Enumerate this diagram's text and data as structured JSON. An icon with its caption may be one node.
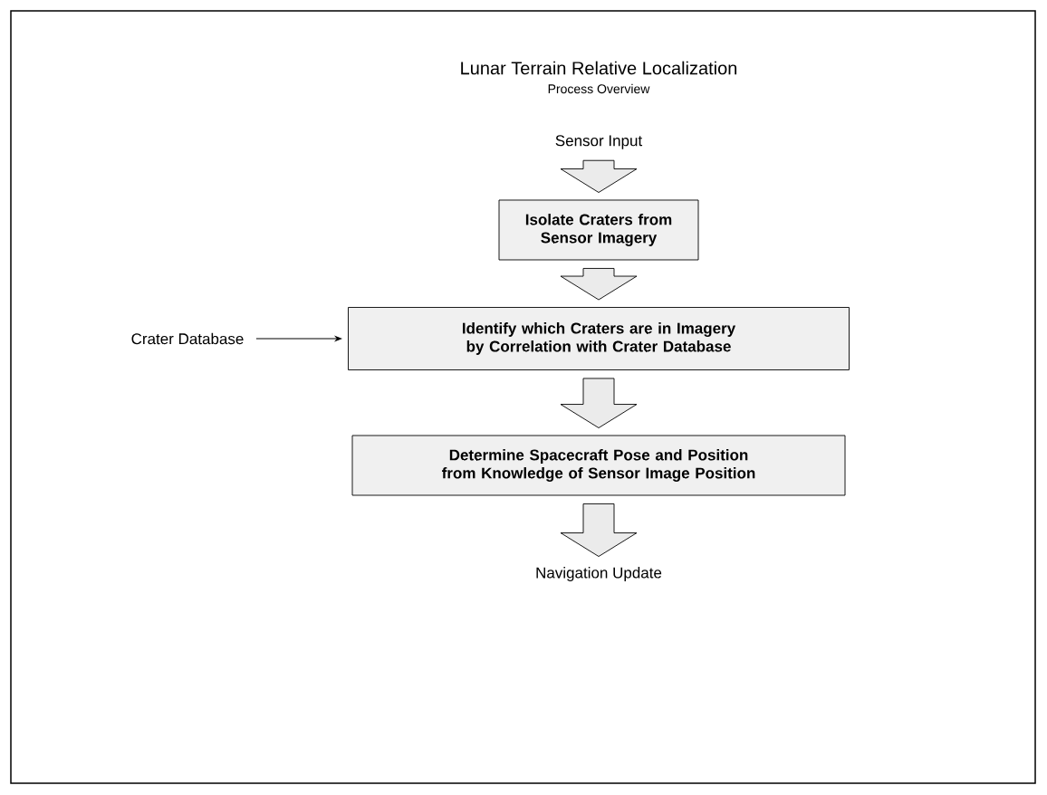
{
  "diagram": {
    "title": "Lunar Terrain Relative Localization",
    "caption": "Process Overview",
    "nodes": [
      {
        "text": [
          "Sensor Input"
        ]
      },
      {
        "text": [
          "Isolate Craters from Sensor Imagery"
        ]
      },
      {
        "text": [
          "Identify which Craters are in Imagery by Correlation with Crater Database"
        ]
      },
      {
        "text": [
          "Crater Database"
        ]
      },
      {
        "text": [
          "Determine Spacecraft Pose and Position from Knowledge of Sensor Image Position"
        ]
      },
      {
        "text": [
          "Navigation Update"
        ]
      }
    ],
    "edges": [
      {
        "from": 0,
        "to": 1,
        "arrow": "to"
      },
      {
        "from": 1,
        "to": 2,
        "arrow": "to"
      },
      {
        "from": 3,
        "to": 2,
        "arrow": "to"
      },
      {
        "from": 2,
        "to": 4,
        "arrow": "to"
      },
      {
        "from": 4,
        "to": 5,
        "arrow": "to"
      }
    ]
  }
}
